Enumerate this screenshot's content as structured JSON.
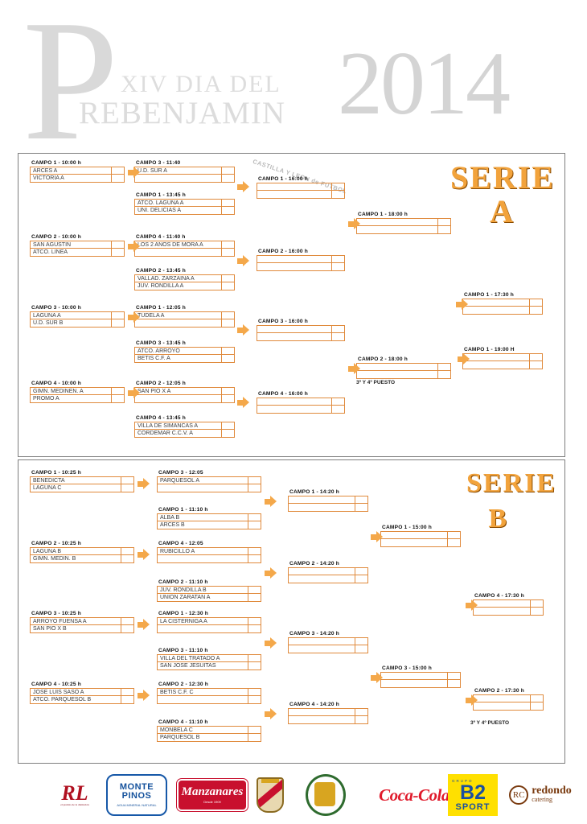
{
  "header": {
    "decorative_letter": "P",
    "line1": "XIV DIA DEL",
    "line2": "REBENJAMIN",
    "year": "2014",
    "watermark": "CASTILLA Y LEON de FUTBOL"
  },
  "serieA": {
    "title_line1": "SERIE",
    "title_line2": "A",
    "third_place_note": "3º Y 4º PUESTO",
    "matches": [
      {
        "id": "a-r1-m1",
        "label": "CAMPO 1 - 10:00 h",
        "teams": [
          "ARCES A",
          "VICTORIA A"
        ]
      },
      {
        "id": "a-r1-m2",
        "label": "CAMPO 2 - 10:00 h",
        "teams": [
          "SAN AGUSTIN",
          "ATCO. LINEA"
        ]
      },
      {
        "id": "a-r1-m3",
        "label": "CAMPO 3 - 10:00 h",
        "teams": [
          "LAGUNA A",
          "U.D. SUR B"
        ]
      },
      {
        "id": "a-r1-m4",
        "label": "CAMPO 4 - 10:00 h",
        "teams": [
          "GIMN. MEDINEN. A",
          "PROMO A"
        ]
      },
      {
        "id": "a-r2-m1",
        "label": "CAMPO 3 - 11:40",
        "teams": [
          "U.D. SUR A",
          ""
        ]
      },
      {
        "id": "a-r2-m2",
        "label": "CAMPO 1 - 13:45 h",
        "teams": [
          "ATCO. LAGUNA A",
          "UNI. DELICIAS A"
        ]
      },
      {
        "id": "a-r2-m3",
        "label": "CAMPO 4 - 11:40 h",
        "teams": [
          "LOS 2 ANOS DE MORA A",
          ""
        ]
      },
      {
        "id": "a-r2-m4",
        "label": "CAMPO 2 - 13:45 h",
        "teams": [
          "VALLAD. ZARZAINA A",
          "JUV. RONDILLA A"
        ]
      },
      {
        "id": "a-r2-m5",
        "label": "CAMPO 1 - 12:05 h",
        "teams": [
          "TUDELA A",
          ""
        ]
      },
      {
        "id": "a-r2-m6",
        "label": "CAMPO 3 - 13:45 h",
        "teams": [
          "ATCO. ARROYO",
          "BETIS C.F. A"
        ]
      },
      {
        "id": "a-r2-m7",
        "label": "CAMPO 2 - 12:05 h",
        "teams": [
          "SAN PIO X A",
          ""
        ]
      },
      {
        "id": "a-r2-m8",
        "label": "CAMPO 4 - 13:45 h",
        "teams": [
          "VILLA DE SIMANCAS A",
          "CORDEMAR C.C.V. A"
        ]
      },
      {
        "id": "a-r3-m1",
        "label": "CAMPO 1 - 16:00 h",
        "teams": [
          "",
          ""
        ]
      },
      {
        "id": "a-r3-m2",
        "label": "CAMPO 2 - 16:00 h",
        "teams": [
          "",
          ""
        ]
      },
      {
        "id": "a-r3-m3",
        "label": "CAMPO 3 - 16:00 h",
        "teams": [
          "",
          ""
        ]
      },
      {
        "id": "a-r3-m4",
        "label": "CAMPO 4 - 16:00 h",
        "teams": [
          "",
          ""
        ]
      },
      {
        "id": "a-sf1",
        "label": "CAMPO 1 - 18:00 h",
        "teams": [
          "",
          ""
        ]
      },
      {
        "id": "a-sf2",
        "label": "CAMPO 2 - 18:00 h",
        "teams": [
          "",
          ""
        ]
      },
      {
        "id": "a-final",
        "label": "CAMPO 1 - 17:30 h",
        "teams": [
          "",
          ""
        ]
      },
      {
        "id": "a-third",
        "label": "CAMPO 1 - 19:00 H",
        "teams": [
          "",
          ""
        ]
      }
    ]
  },
  "serieB": {
    "title_line1": "SERIE",
    "title_line2": "B",
    "third_place_note": "3º Y 4º PUESTO",
    "matches": [
      {
        "id": "b-r1-m1",
        "label": "CAMPO 1 - 10:25 h",
        "teams": [
          "BENEDICTA",
          "LAGUNA C"
        ]
      },
      {
        "id": "b-r1-m2",
        "label": "CAMPO 2 - 10:25 h",
        "teams": [
          "LAGUNA B",
          "GIMN. MEDIN. B"
        ]
      },
      {
        "id": "b-r1-m3",
        "label": "CAMPO 3 - 10:25 h",
        "teams": [
          "ARROYO FUENSA A",
          "SAN PIO X B"
        ]
      },
      {
        "id": "b-r1-m4",
        "label": "CAMPO 4 - 10:25 h",
        "teams": [
          "JOSE LUIS SASO A",
          "ATCO. PARQUESOL B"
        ]
      },
      {
        "id": "b-r2-m1",
        "label": "CAMPO 3 - 12:05",
        "teams": [
          "PARQUESOL A",
          ""
        ]
      },
      {
        "id": "b-r2-m2",
        "label": "CAMPO 1 - 11:10 h",
        "teams": [
          "ALBA B",
          "ARCES B"
        ]
      },
      {
        "id": "b-r2-m3",
        "label": "CAMPO 4 - 12:05",
        "teams": [
          "RUBICILLO A",
          ""
        ]
      },
      {
        "id": "b-r2-m4",
        "label": "CAMPO 2 - 11:10 h",
        "teams": [
          "JUV. RONDILLA B",
          "UNION ZARATAN A"
        ]
      },
      {
        "id": "b-r2-m5",
        "label": "CAMPO 1 - 12:30 h",
        "teams": [
          "LA CISTERNIGA A",
          ""
        ]
      },
      {
        "id": "b-r2-m6",
        "label": "CAMPO 3 - 11:10 h",
        "teams": [
          "VILLA DEL TRATADO A",
          "SAN JOSE JESUITAS"
        ]
      },
      {
        "id": "b-r2-m7",
        "label": "CAMPO 2 - 12:30 h",
        "teams": [
          "BETIS C.F. C",
          ""
        ]
      },
      {
        "id": "b-r2-m8",
        "label": "CAMPO 4 - 11:10 h",
        "teams": [
          "MONBELA C",
          "PARQUESOL B"
        ]
      },
      {
        "id": "b-r3-m1",
        "label": "CAMPO 1 - 14:20 h",
        "teams": [
          "",
          ""
        ]
      },
      {
        "id": "b-r3-m2",
        "label": "CAMPO 2 - 14:20 h",
        "teams": [
          "",
          ""
        ]
      },
      {
        "id": "b-r3-m3",
        "label": "CAMPO 3 - 14:20 h",
        "teams": [
          "",
          ""
        ]
      },
      {
        "id": "b-r3-m4",
        "label": "CAMPO 4 - 14:20 h",
        "teams": [
          "",
          ""
        ]
      },
      {
        "id": "b-sf1",
        "label": "CAMPO 1 - 15:00 h",
        "teams": [
          "",
          ""
        ]
      },
      {
        "id": "b-sf2",
        "label": "CAMPO 3 - 15:00 h",
        "teams": [
          "",
          ""
        ]
      },
      {
        "id": "b-final",
        "label": "CAMPO 4 - 17:30 h",
        "teams": [
          "",
          ""
        ]
      },
      {
        "id": "b-third",
        "label": "CAMPO 2 - 17:30 h",
        "teams": [
          "",
          ""
        ]
      }
    ]
  },
  "sponsors": [
    {
      "name": "rl-logo",
      "text": "RL",
      "sub": "el premio de la distinción"
    },
    {
      "name": "monte-pinos-logo",
      "text": "MONTE",
      "text2": "PINOS",
      "sub": "AGUA MINERAL NATURAL"
    },
    {
      "name": "manzanares-logo",
      "text": "Manzanares",
      "sub": "Desde 1909"
    },
    {
      "name": "coat-of-arms-1",
      "text": ""
    },
    {
      "name": "coat-of-arms-2",
      "text": ""
    },
    {
      "name": "coca-cola-logo",
      "text": "Coca-Cola"
    },
    {
      "name": "b2-sport-logo",
      "text": "B2",
      "text2": "SPORT",
      "sub": "GRUPO"
    },
    {
      "name": "redondo-catering-logo",
      "text": "redondo",
      "text2": "catering",
      "sub": "RC"
    }
  ]
}
